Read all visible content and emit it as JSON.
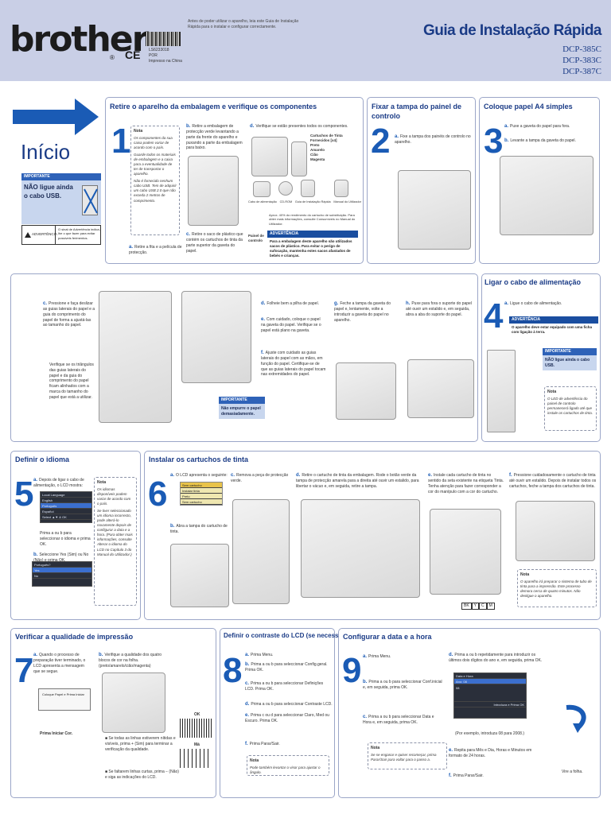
{
  "header": {
    "brand": "brother",
    "brand_mark": "®",
    "ce": "CE",
    "code_lines": [
      "LS6233018",
      "POR",
      "Impresso na China"
    ],
    "intro": "Antes de poder utilizar o aparelho, leia este Guia de Instalação Rápida para o instalar e configurar correctamente.",
    "title": "Guia de Instalação Rápida",
    "models": [
      "DCP-385C",
      "DCP-383C",
      "DCP-387C"
    ]
  },
  "inicio": {
    "title": "Início",
    "important_label": "IMPORTANTE",
    "important_text": "NÃO ligue ainda o cabo USB.",
    "warning_label": "ADVERTÊNCIA",
    "warning_text": "O sinal de Advertência indica-lhe o que fazer para evitar possíveis ferimentos."
  },
  "step1": {
    "title": "Retire o aparelho da embalagem e verifique os componentes",
    "num": "1",
    "note_label": "Nota",
    "note_items": [
      "Os componentes da sua caixa podem variar de acordo com o país.",
      "Guarde todos os materiais de embalagem e a caixa para a eventualidade de ter de transportar o aparelho.",
      "Não é fornecido nenhum cabo USB. Tem de adquirir um cabo USB 2.0 que não exceda 2 metros de comprimento."
    ],
    "a": "Retire a fita e a película de protecção.",
    "b": "Retire a embalagem de protecção verde levantando a parte da frente do aparelho e puxando a parte da embalagem para baixo.",
    "c": "Retire o saco de plástico que contém os cartuchos de tinta da parte superior da gaveta do papel.",
    "d": "Verifique se estão presentes todos os componentes.",
    "cartridges": [
      "Cartuchos de Tinta Fornecidos [x4]",
      "Preto",
      "Amarelo",
      "Cião",
      "Magenta"
    ],
    "components": [
      "Cabo de alimentação",
      "CD-ROM",
      "Guia de Instalação Rápida",
      "Manual do Utilizador"
    ],
    "panel_label": "Painel de controlo",
    "foot": "Aprox. 40% do rendimento do cartucho de substituição. Para obter mais informações, consulte Consumíveis no Manual do Utilizador.",
    "warning_label": "ADVERTÊNCIA",
    "warning_text": "Para a embalagem deste aparelho são utilizados sacos de plástico. Para evitar o perigo de sufocação, mantenha estes sacos afastados de bebés e crianças."
  },
  "step2": {
    "title": "Fixar a tampa do painel de controlo",
    "num": "2",
    "a": "Fixe a tampa dos painéis de controlo no aparelho."
  },
  "step3": {
    "title": "Coloque papel A4 simples",
    "num": "3",
    "a": "Puxe a gaveta do papel para fora.",
    "b": "Levante a tampa da gaveta do papel."
  },
  "step3b": {
    "c1": "Pressione e faça deslizar as guias laterais do papel e a guia do comprimento do papel de forma a ajustá-las ao tamanho do papel.",
    "c2": "Verifique se os triângulos das guias laterais do papel e da guia do comprimento do papel ficam alinhados com a marca do tamanho do papel que está a utilizar.",
    "d": "Folheie bem a pilha de papel.",
    "e": "Com cuidado, coloque o papel na gaveta do papel. Verifique se o papel está plano na gaveta.",
    "f": "Ajuste com cuidado as guias laterais do papel com as mãos, em função do papel. Certifique-se de que as guias laterais do papel tocam nas extremidades do papel.",
    "important_label": "IMPORTANTE",
    "important_text": "Não empurre o papel demasiadamente.",
    "g": "Feche a tampa da gaveta do papel e, lentamente, volte a introduzir a gaveta do papel no aparelho.",
    "h": "Puxe para fora o suporte do papel até ouvir um estalido e, em seguida, abra a aba do suporte do papel."
  },
  "step4": {
    "title": "Ligar o cabo de alimentação",
    "num": "4",
    "a": "Ligue o cabo de alimentação.",
    "warning_label": "ADVERTÊNCIA",
    "warning_text": "O aparelho deve estar equipado com uma ficha com ligação à terra.",
    "important_label": "IMPORTANTE",
    "important_text": "NÃO ligue ainda o cabo USB.",
    "note_label": "Nota",
    "note_text": "O LED de advertência do painel de controlo permanecerá ligado até que instale os cartuchos de tinta."
  },
  "step5": {
    "title": "Definir o idioma",
    "num": "5",
    "a": "Depois de ligar o cabo de alimentação, o LCD mostra:",
    "lcd_rows": [
      "Local Language",
      "English",
      "Português",
      "Español",
      "Select ▲▼ & OK"
    ],
    "a2": "Prima a ou b para seleccionar o idioma e prima OK.",
    "b": "Seleccione Yes (Sim) ou No (Não) e prima OK.",
    "lcd2_rows": [
      "Português?",
      "Yes",
      "No"
    ],
    "note_label": "Nota",
    "note_items": [
      "Os idiomas disponíveis podem variar de acordo com o país.",
      "Se tiver seleccionado um idioma incorrecto, pode alterá-lo novamente depois de configurar a data e a hora. (Para obter mais informações, consulte Alterar o idioma do LCD no Capítulo 3 do Manual do Utilizador.)"
    ]
  },
  "step6": {
    "title": "Instalar os cartuchos de tinta",
    "num": "6",
    "a": "O LCD apresenta o seguinte:",
    "lcd_rows": [
      "Sem cartucho",
      "Instalar tinta",
      "Preto",
      "Sem cartucho"
    ],
    "b": "Abra a tampa do cartucho de tinta.",
    "c": "Remova a peça de protecção verde.",
    "d": "Retire o cartucho de tinta da embalagem. Rode o botão verde da tampa de protecção amarela para a direita até ouvir um estalido, para libertar o vácuo e, em seguida, retire a tampa.",
    "e": "Instale cada cartucho de tinta no sentido da seta existente na etiqueta Tinta. Tenha atenção para fazer corresponder a cor do manípulo com a cor do cartucho.",
    "colors": [
      "BK",
      "Y",
      "C",
      "M"
    ],
    "f": "Pressione cuidadosamente o cartucho de tinta até ouvir um estalido. Depois de instalar todos os cartuchos, feche a tampa dos cartuchos de tinta.",
    "note_label": "Nota",
    "note_text": "O aparelho irá preparar o sistema de tubo de tinta para a impressão. Este processo demora cerca de quatro minutos. Não desligue o aparelho."
  },
  "step7": {
    "title": "Verificar a qualidade de impressão",
    "num": "7",
    "a": "Quando o processo de preparação tiver terminado, o LCD apresenta a mensagem que se segue.",
    "lcd_text": "Coloque Papel e Prima Iniciar",
    "a2": "Prima Iniciar Cor.",
    "b": "Verifique a qualidade dos quatro blocos de cor na folha. (preto/amarelo/cião/magenta)",
    "ok_label": "OK",
    "bad_label": "Má",
    "bullet1": "Se todas as linhas estiverem nítidas e visíveis, prima + (Sim) para terminar a verificação da qualidade.",
    "bullet2": "Se faltarem linhas curtas, prima − (Não) e siga as indicações do LCD."
  },
  "step8": {
    "title": "Definir o contraste do LCD (se necessário)",
    "num": "8",
    "a": "Prima Menu.",
    "b": "Prima a ou b para seleccionar Config.geral. Prima OK.",
    "c": "Prima a ou b para seleccionar Definições LCD. Prima OK.",
    "d": "Prima a ou b para seleccionar Contraste LCD.",
    "e": "Prima c ou d para seleccionar Claro, Med ou Escuro. Prima OK.",
    "f": "Prima Parar/Sair.",
    "note_label": "Nota",
    "note_text": "Pode também levantar o visor para ajustar o ângulo."
  },
  "step9": {
    "title": "Configurar a data e a hora",
    "num": "9",
    "a": "Prima Menu.",
    "b": "Prima a ou b para seleccionar Conf.inicial e, em seguida, prima OK.",
    "c": "Prima a ou b para seleccionar Data e Hora e, em seguida, prima OK.",
    "d": "Prima a ou b repetidamente para introduzir os últimos dois dígitos do ano e, em seguida, prima OK.",
    "lcd_rows": [
      "Data e Hora",
      "Ano: 08",
      "08",
      "Introduza e Prima OK"
    ],
    "example": "(Por exemplo, introduza 08 para 2008.)",
    "e": "Repita para Mês e Dia, Horas e Minutos em formato de 24 horas.",
    "f": "Prima Parar/Sair.",
    "note_label": "Nota",
    "note_text": "Se se enganar e quiser recomeçar, prima Parar/Sair para voltar para o passo a.",
    "turn": "Vire a folha."
  }
}
